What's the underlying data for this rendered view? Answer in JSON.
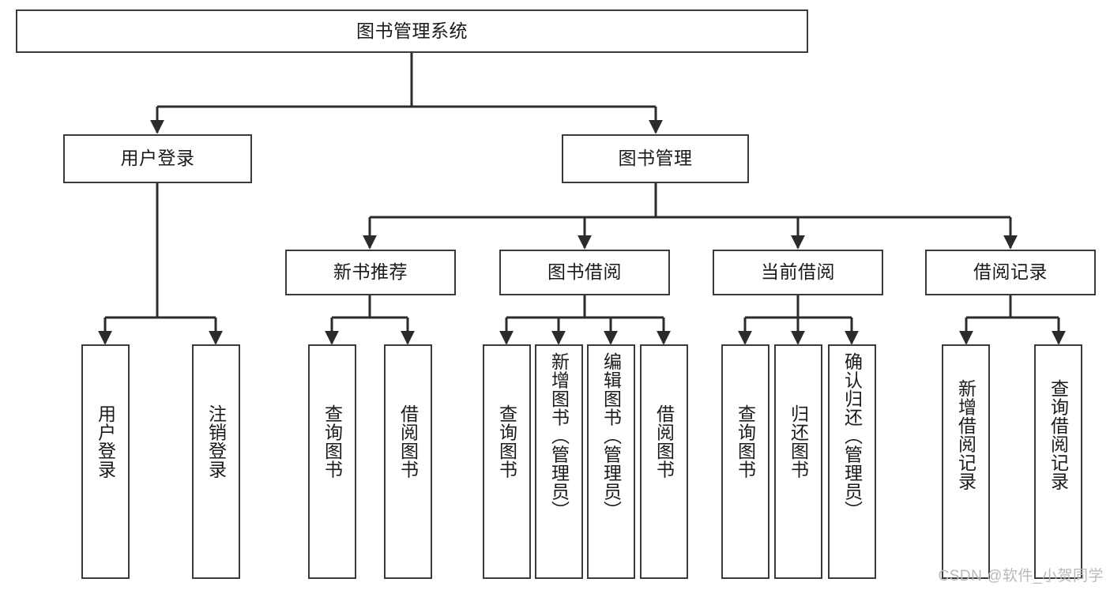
{
  "diagram": {
    "title": "图书管理系统",
    "type": "tree",
    "watermark": "CSDN @软件_小贺同学",
    "colors": {
      "box_stroke": "#3a3a3a",
      "box_fill": "#ffffff",
      "edge": "#2b2b2b",
      "text": "#1a1a1a",
      "watermark": "#b9b9b9"
    }
  },
  "nodes": {
    "root": {
      "label": "图书管理系统",
      "orientation": "horizontal"
    },
    "level1": [
      {
        "id": "user-login",
        "label": "用户登录",
        "orientation": "horizontal"
      },
      {
        "id": "book-management",
        "label": "图书管理",
        "orientation": "horizontal"
      }
    ],
    "level2": [
      {
        "id": "new-book-recommend",
        "label": "新书推荐",
        "orientation": "horizontal"
      },
      {
        "id": "book-borrow",
        "label": "图书借阅",
        "orientation": "horizontal"
      },
      {
        "id": "current-borrow",
        "label": "当前借阅",
        "orientation": "horizontal"
      },
      {
        "id": "borrow-record",
        "label": "借阅记录",
        "orientation": "horizontal"
      }
    ],
    "leaves": [
      {
        "id": "leaf-user-login",
        "label": "用户登录",
        "parent": "user-login",
        "orientation": "vertical"
      },
      {
        "id": "leaf-logout",
        "label": "注销登录",
        "parent": "user-login",
        "orientation": "vertical"
      },
      {
        "id": "leaf-query-book-1",
        "label": "查询图书",
        "parent": "new-book-recommend",
        "orientation": "vertical"
      },
      {
        "id": "leaf-borrow-book-1",
        "label": "借阅图书",
        "parent": "new-book-recommend",
        "orientation": "vertical"
      },
      {
        "id": "leaf-query-book-2",
        "label": "查询图书",
        "parent": "book-borrow",
        "orientation": "vertical"
      },
      {
        "id": "leaf-add-book",
        "label": "新增图书（管理员）",
        "parent": "book-borrow",
        "orientation": "vertical"
      },
      {
        "id": "leaf-edit-book",
        "label": "编辑图书（管理员）",
        "parent": "book-borrow",
        "orientation": "vertical"
      },
      {
        "id": "leaf-borrow-book-2",
        "label": "借阅图书",
        "parent": "book-borrow",
        "orientation": "vertical"
      },
      {
        "id": "leaf-query-book-3",
        "label": "查询图书",
        "parent": "current-borrow",
        "orientation": "vertical"
      },
      {
        "id": "leaf-return-book",
        "label": "归还图书",
        "parent": "current-borrow",
        "orientation": "vertical"
      },
      {
        "id": "leaf-confirm-return",
        "label": "确认归还（管理员）",
        "parent": "current-borrow",
        "orientation": "vertical"
      },
      {
        "id": "leaf-add-record",
        "label": "新增借阅记录",
        "parent": "borrow-record",
        "orientation": "vertical"
      },
      {
        "id": "leaf-query-record",
        "label": "查询借阅记录",
        "parent": "borrow-record",
        "orientation": "vertical"
      }
    ]
  }
}
